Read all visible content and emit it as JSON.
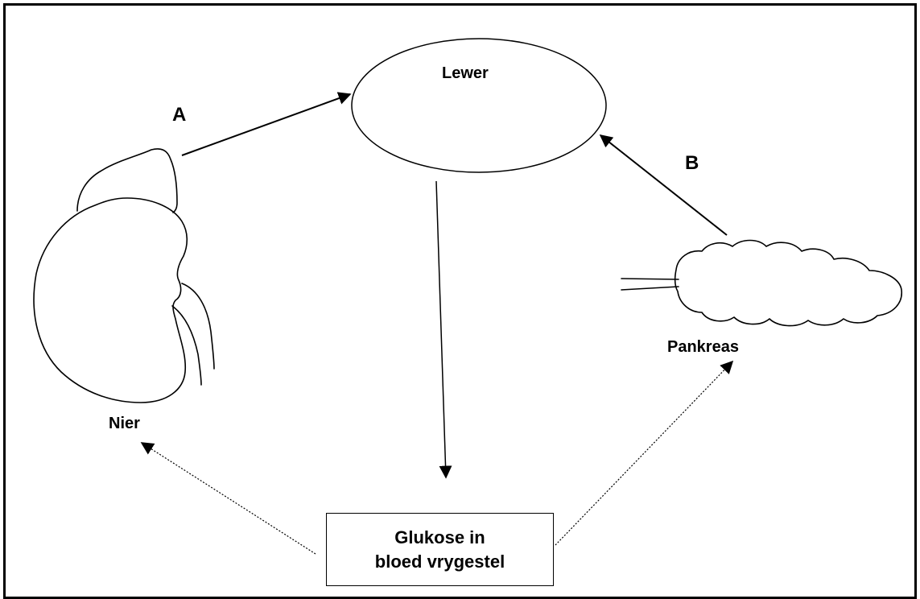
{
  "labels": {
    "liver": "Lewer",
    "arrow_a": "A",
    "arrow_b": "B",
    "kidney": "Nier",
    "pancreas": "Pankreas"
  },
  "glucose_box": {
    "line1": "Glukose in",
    "line2": "bloed vrygestel"
  },
  "colors": {
    "line": "#000000",
    "background": "#ffffff"
  }
}
